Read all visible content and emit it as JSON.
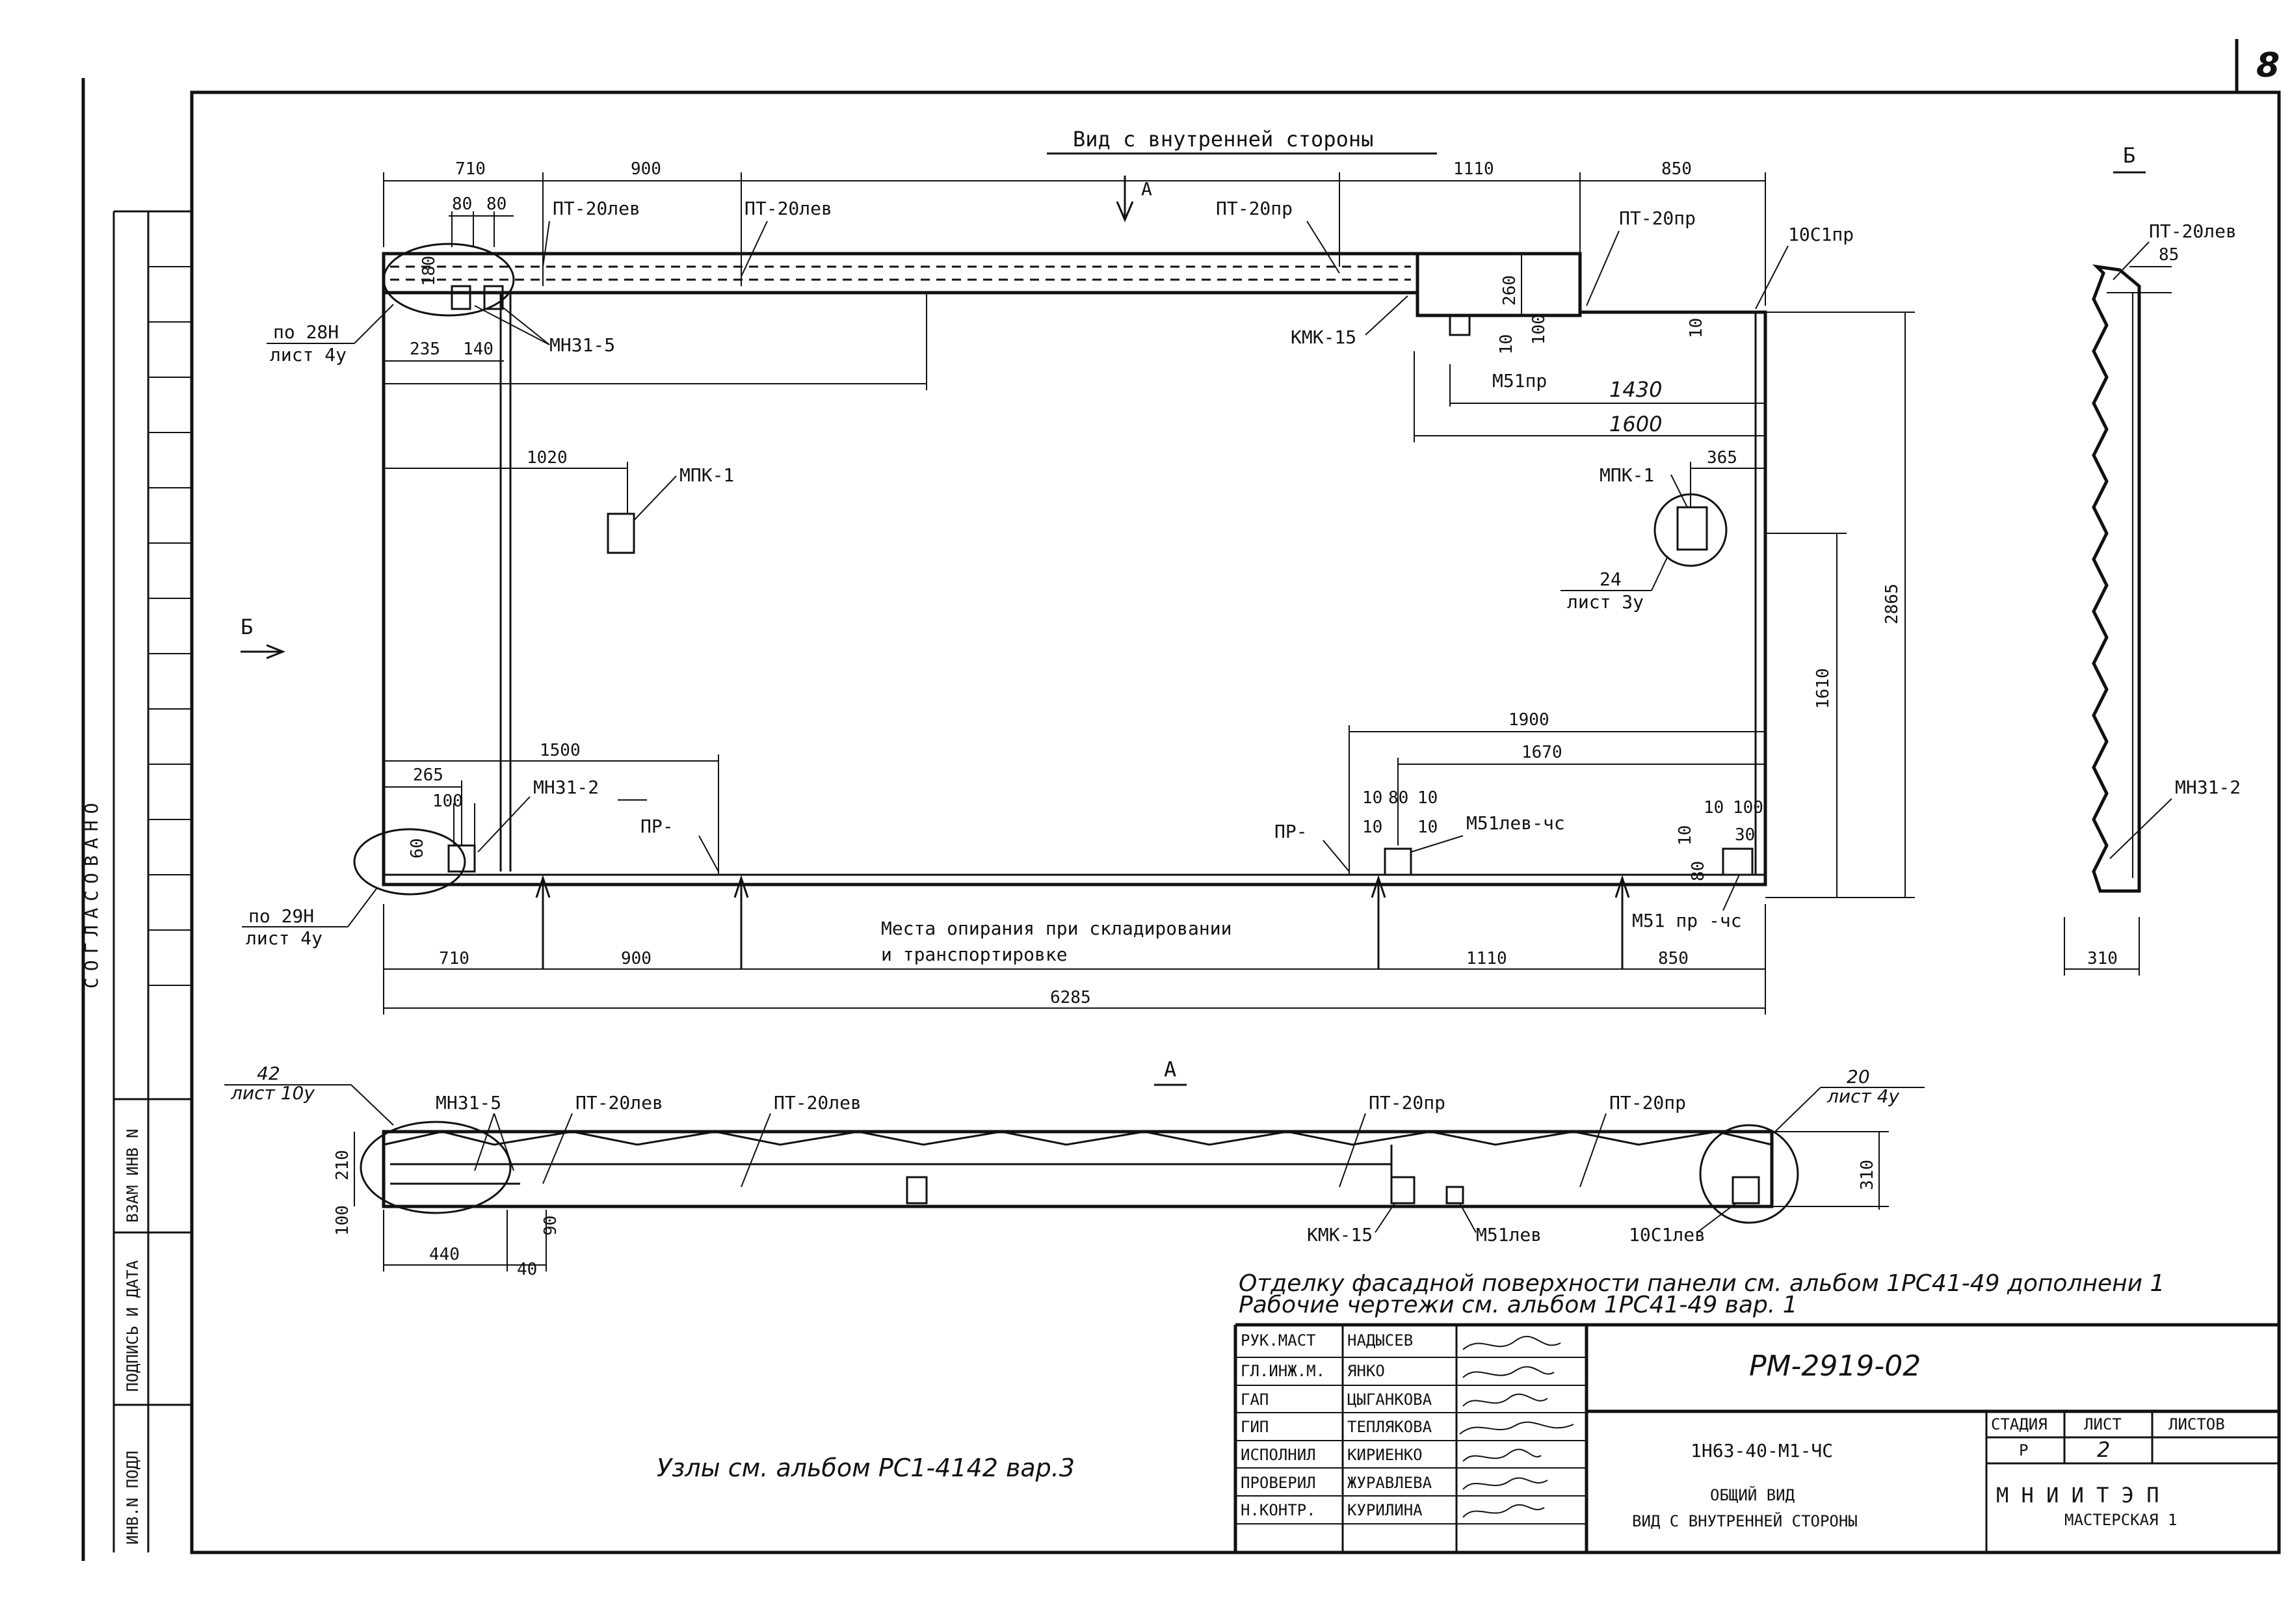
{
  "sheet_number": "8",
  "main_view": {
    "title": "Вид с внутренней стороны",
    "arrow_a": "А",
    "arrow_b": "Б",
    "top_dims": [
      "710",
      "900",
      "1110",
      "850"
    ],
    "small_dims": {
      "d80a": "80",
      "d80b": "80",
      "d180": "180",
      "d235": "235",
      "d140": "140",
      "d260": "260",
      "d100": "100",
      "d10a": "10",
      "d10b": "10",
      "d1430": "1430",
      "d1600": "1600",
      "d1020": "1020",
      "d365": "365",
      "d2865": "2865",
      "d1610": "1610",
      "d1500": "1500",
      "d265": "265",
      "d100b": "100",
      "d60": "60",
      "d1900": "1900",
      "d1670": "1670",
      "d10c": "10",
      "d80c": "80",
      "d10d": "10",
      "d10e": "10",
      "d10f": "10",
      "d10g": "10",
      "d100c": "100",
      "d80d": "80",
      "d10h": "10",
      "d30": "30"
    },
    "labels": {
      "pt20lev_1": "ПТ-20лев",
      "pt20lev_2": "ПТ-20лев",
      "pt20pr_1": "ПТ-20пр",
      "pt20pr_2": "ПТ-20пр",
      "c10pr": "10С1пр",
      "kmk15": "КМК-15",
      "m51pr": "М51пр",
      "mn31_5": "МН31-5",
      "po28n": "по 28Н",
      "list4u_a": "лист 4у",
      "mpk1_a": "МПК-1",
      "mpk1_b": "МПК-1",
      "n24": "24",
      "list3u": "лист 3у",
      "mn31_2": "МН31-2",
      "pr_a": "ПР-",
      "pr_b": "ПР-",
      "m51lev_chs": "М51лев-чс",
      "m51pr_chs": "М51 пр -чс",
      "po29n": "по 29Н",
      "list4u_b": "лист 4у",
      "support_line1": "Места опирания при складировании",
      "support_line2": "и транспортировке"
    },
    "bottom_dims": [
      "710",
      "900",
      "1110",
      "850"
    ],
    "total_dim": "6285"
  },
  "side_view": {
    "title": "Б",
    "pt20lev": "ПТ-20лев",
    "d85": "85",
    "mn31_2": "МН31-2",
    "d310": "310"
  },
  "plan_view": {
    "title": "А",
    "n42": "42",
    "list10u": "лист 10у",
    "mn31_5": "МН31-5",
    "pt20lev_1": "ПТ-20лев",
    "pt20lev_2": "ПТ-20лев",
    "pt20pr_1": "ПТ-20пр",
    "pt20pr_2": "ПТ-20пр",
    "n20": "20",
    "list4u": "лист 4у",
    "d210": "210",
    "d100": "100",
    "d90": "90",
    "d310": "310",
    "d440": "440",
    "d40": "40",
    "kmk15": "КМК-15",
    "m51lev": "М51лев",
    "c10lev": "10С1лев"
  },
  "notes": {
    "line1": "Отделку фасадной поверхности панели см. альбом 1РС41-49 дополнени 1",
    "line2": "Рабочие чертежи см. альбом 1РС41-49 вар. 1",
    "nodes": "Узлы см. альбом РС1-4142 вар.3"
  },
  "left_margin": {
    "agreed": "СОГЛАСОВАНО",
    "vzam": "ВЗАМ ИНВ N",
    "podpis": "ПОДПИСЬ И ДАТА",
    "inv_podl": "ИНВ.N ПОДЛ"
  },
  "title_block": {
    "roles": [
      {
        "role": "РУК.МАСТ",
        "name": "НАДЫСЕВ"
      },
      {
        "role": "ГЛ.ИНЖ.М.",
        "name": "ЯНКО"
      },
      {
        "role": "ГАП",
        "name": "ЦЫГАНКОВА"
      },
      {
        "role": "ГИП",
        "name": "ТЕПЛЯКОВА"
      },
      {
        "role": "ИСПОЛНИЛ",
        "name": "КИРИЕНКО"
      },
      {
        "role": "ПРОВЕРИЛ",
        "name": "ЖУРАВЛЕВА"
      },
      {
        "role": "Н.КОНТР.",
        "name": "КУРИЛИНА"
      }
    ],
    "doc_code": "РМ-2919-02",
    "series": "1Н63-40-М1-ЧС",
    "desc_line1": "ОБЩИЙ ВИД",
    "desc_line2": "ВИД С ВНУТРЕННЕЙ СТОРОНЫ",
    "stage_label": "СТАДИЯ",
    "sheet_label": "ЛИСТ",
    "sheets_label": "ЛИСТОВ",
    "stage": "Р",
    "sheet": "2",
    "sheets": "",
    "org": "М Н И И Т Э П",
    "workshop": "МАСТЕРСКАЯ 1"
  }
}
